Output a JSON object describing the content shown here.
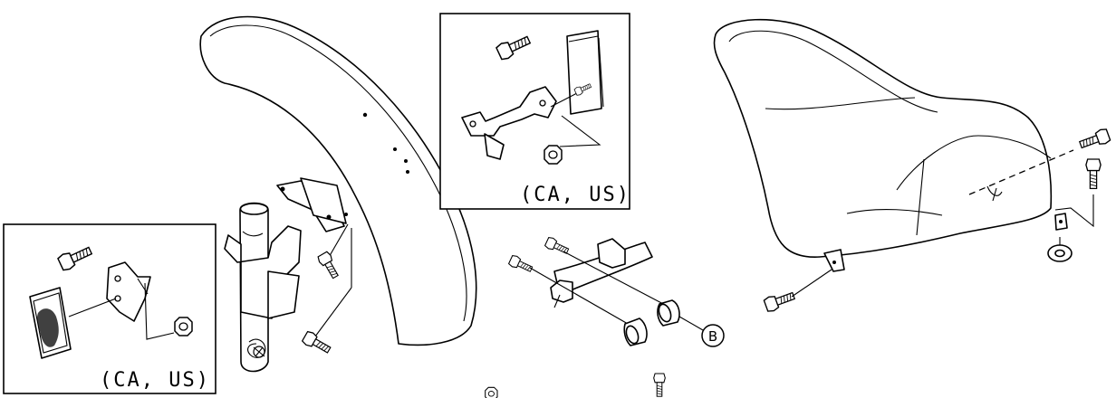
{
  "inset_labels": {
    "top_inset": "(CA, US)",
    "bottom_left_inset": "(CA, US)"
  },
  "callouts": {
    "ref_b": "B"
  },
  "parts": [
    "front-fender",
    "fork-leg",
    "seat",
    "bracket-plate",
    "reflector-bracket",
    "reflector",
    "bolt",
    "nut",
    "collar",
    "washer"
  ]
}
